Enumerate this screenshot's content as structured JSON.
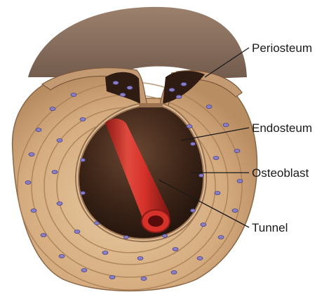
{
  "labels": {
    "periosteum": "Periosteum",
    "endosteum": "Endosteum",
    "osteoblast": "Osteoblast",
    "tunnel": "Tunnel"
  },
  "colors": {
    "bone_matrix": "#d9b48a",
    "bone_shadow": "#a9825c",
    "periosteum": "#c9a07a",
    "cavity": "#3a2418",
    "vessel": "#d6322a",
    "vessel_dark": "#8e1a16",
    "osteoblast": "#8a7fc4"
  }
}
